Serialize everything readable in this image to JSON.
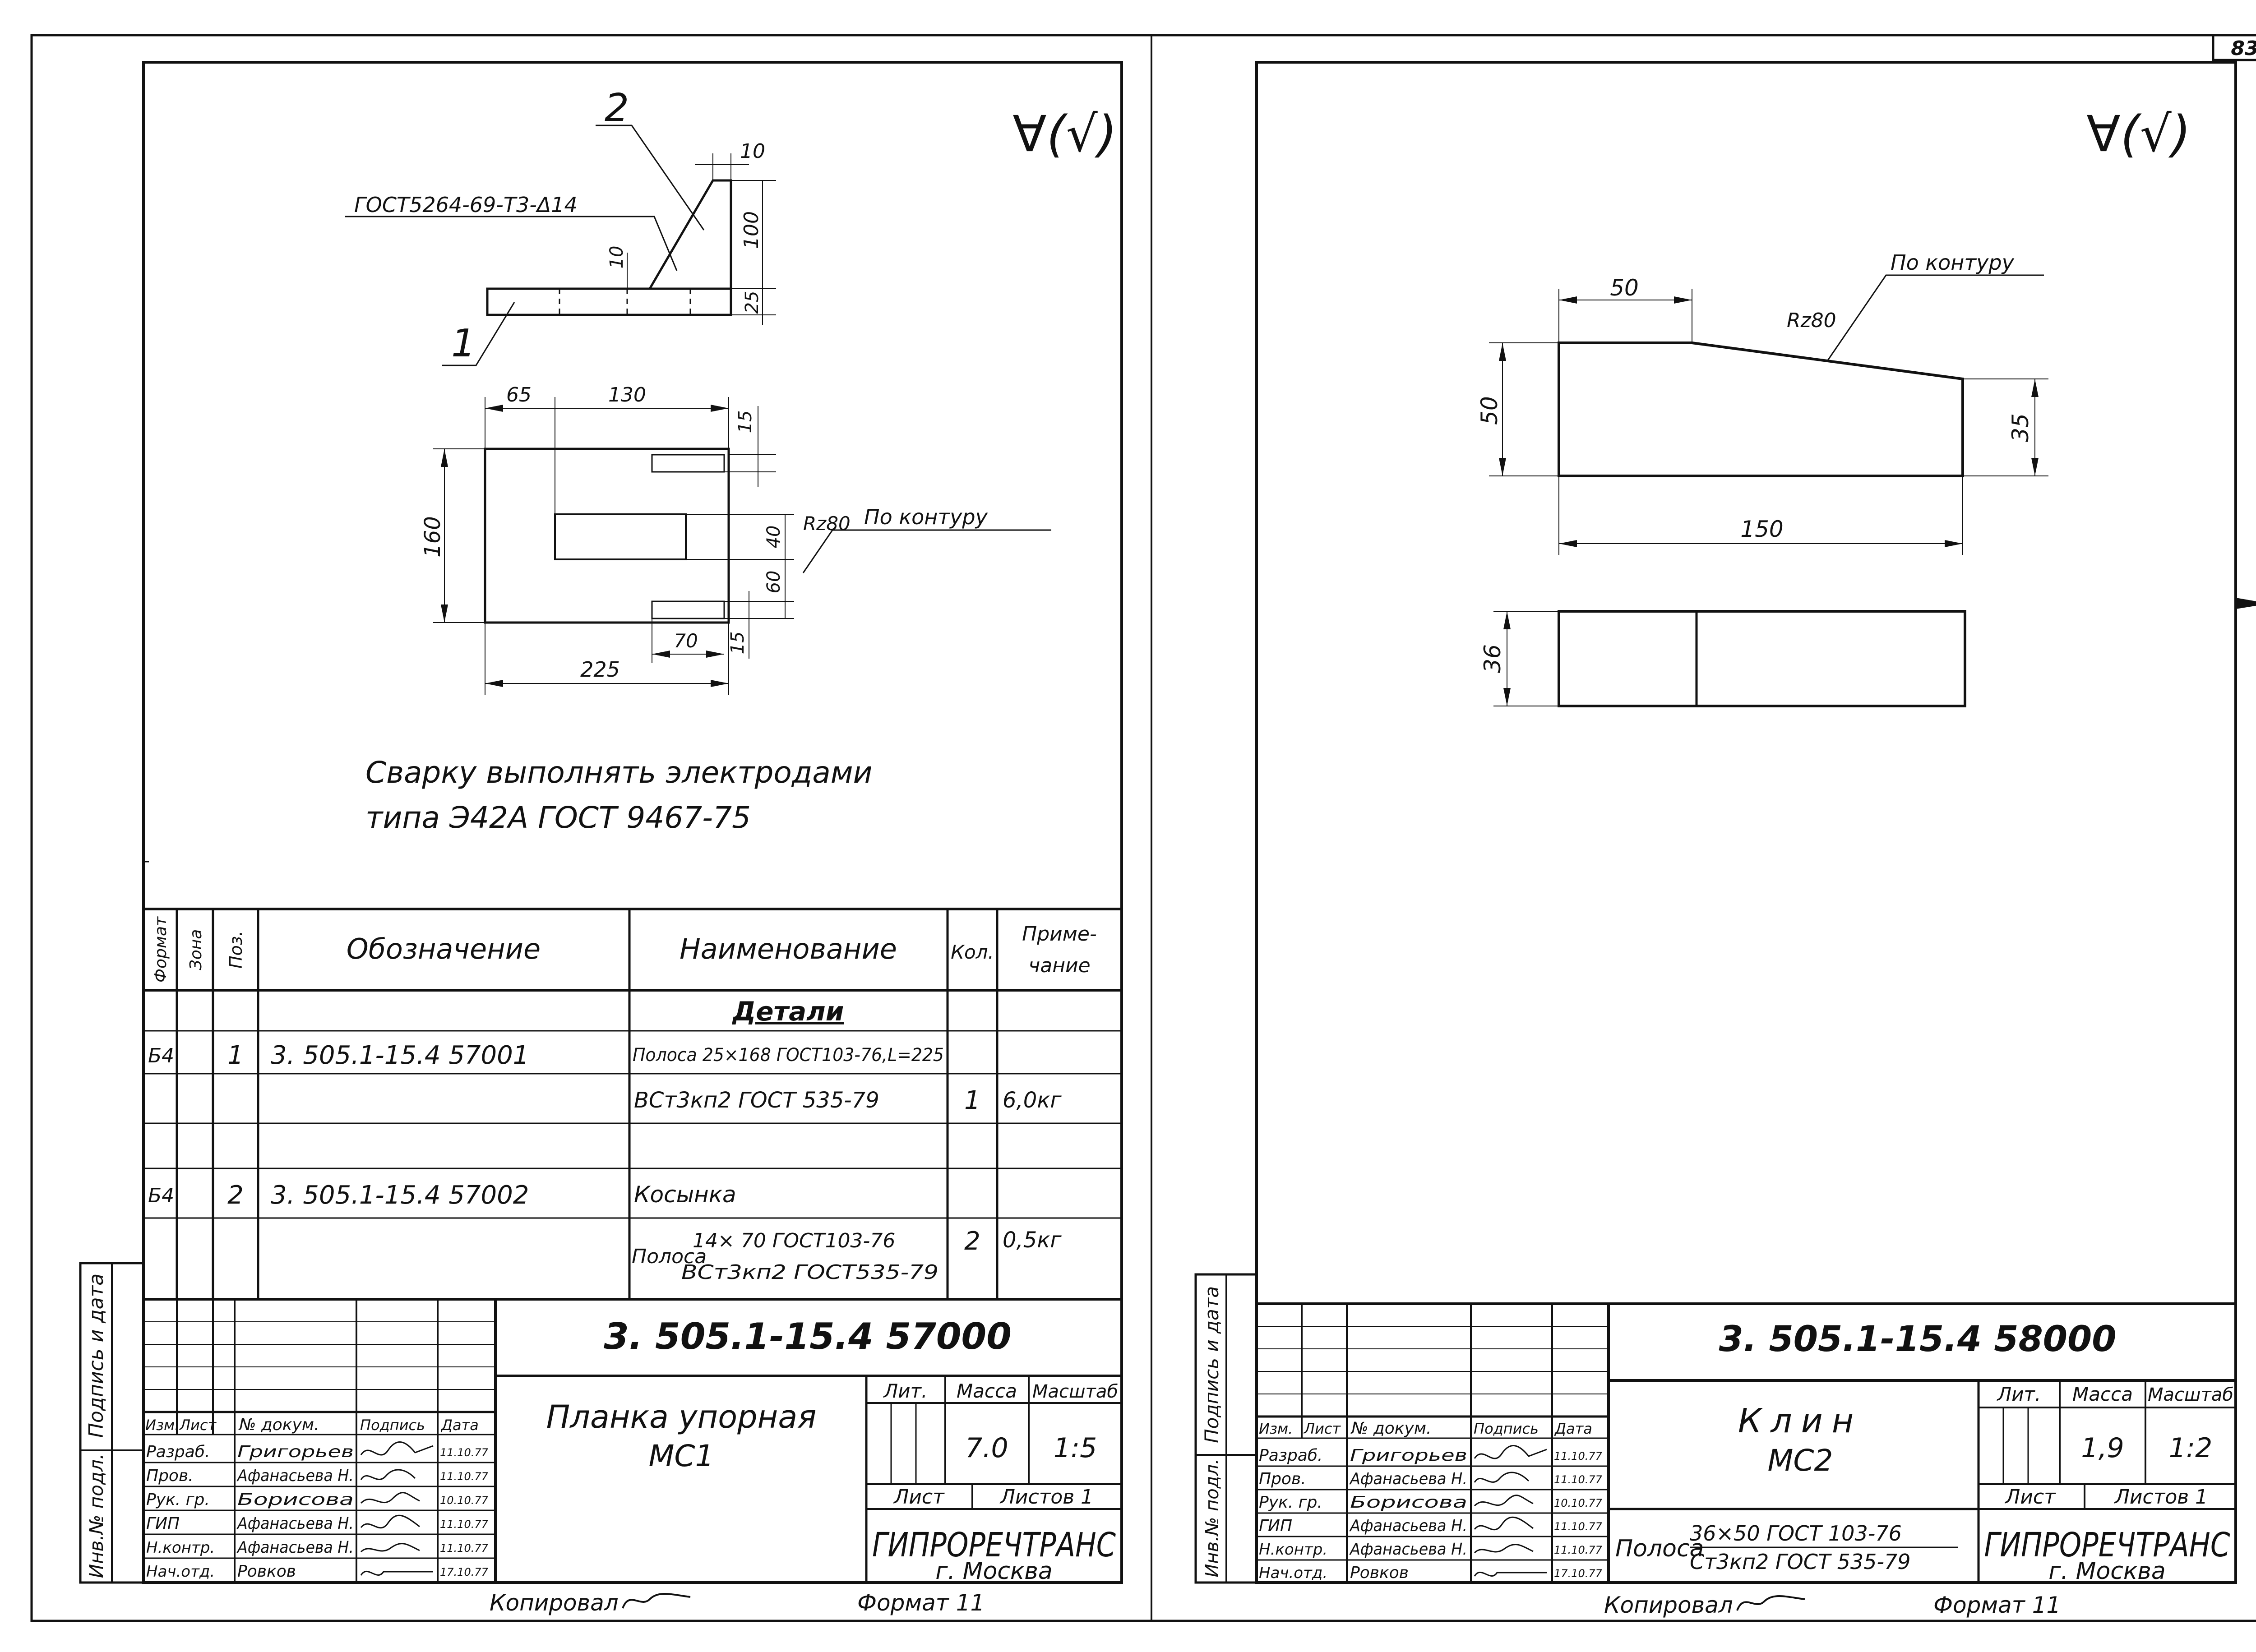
{
  "page_number": "83",
  "left": {
    "roughness": "∀(√)",
    "drawing": {
      "callout_2": "2",
      "callout_1": "1",
      "weld_note": "ГОСТ5264-69-Т3-Δ14",
      "dims": {
        "d10_top": "10",
        "d100": "100",
        "d10_weld": "10",
        "d25": "25",
        "d65": "65",
        "d130": "130",
        "d15_top": "15",
        "d160": "160",
        "d40": "40",
        "d60": "60",
        "d15_bot": "15",
        "d70": "70",
        "d225": "225"
      },
      "rz": "Rz80",
      "contour": "По контуру"
    },
    "weld_instruction_1": "Сварку выполнять электродами",
    "weld_instruction_2": "типа Э42А ГОСТ 9467-75",
    "spec": {
      "headers": {
        "format": "Формат",
        "zone": "Зона",
        "pos": "Поз.",
        "designation": "Обозначение",
        "name": "Наименование",
        "qty": "Кол.",
        "note_1": "Приме-",
        "note_2": "чание"
      },
      "section": "Детали",
      "row1": {
        "format": "Б4",
        "pos": "1",
        "designation": "3. 505.1-15.4  57001",
        "name_1": "Полоса 25×168 ГОСТ103-76,L=225",
        "name_2": "ВСт3кп2 ГОСТ 535-79",
        "qty": "1",
        "note": "6,0кг"
      },
      "row2": {
        "format": "Б4",
        "pos": "2",
        "designation": "3. 505.1-15.4  57002",
        "name_1": "Косынка",
        "name_2a": "14× 70 ГОСТ103-76",
        "name_2": "Полоса",
        "name_2b": "ВСт3кп2 ГОСТ535-79",
        "qty": "2",
        "note": "0,5кг"
      }
    },
    "title_block": {
      "doc_code": "3. 505.1-15.4    57000",
      "title_1": "Планка упорная",
      "title_2": "МС1",
      "mass": "7.0",
      "scale": "1:5",
      "lit_label": "Лит.",
      "mass_label": "Масса",
      "scale_label": "Масштаб",
      "sheet_label": "Лист",
      "sheets_label": "Листов 1",
      "org": "ГИПРОРЕЧТРАНС",
      "city": "г. Москва",
      "head": {
        "izm": "Изм.",
        "list": "Лист",
        "doc": "№ докум.",
        "sign": "Подпись",
        "date": "Дата"
      },
      "people": [
        {
          "role": "Разраб.",
          "name": "Григорьев",
          "date": "11.10.77"
        },
        {
          "role": "Пров.",
          "name": "Афанасьева Н.",
          "date": "11.10.77"
        },
        {
          "role": "Рук. гр.",
          "name": "Борисова",
          "date": "10.10.77"
        },
        {
          "role": "ГИП",
          "name": "Афанасьева Н.",
          "date": "11.10.77"
        },
        {
          "role": "Н.контр.",
          "name": "Афанасьева Н.",
          "date": "11.10.77"
        },
        {
          "role": "Нач.отд.",
          "name": "Ровков",
          "date": "17.10.77"
        }
      ],
      "side_1": "Подпись и дата",
      "side_2": "Инв.№ подл."
    },
    "copied": "Копировал",
    "format": "Формат 11"
  },
  "right": {
    "roughness": "∀(√)",
    "drawing": {
      "contour": "По контуру",
      "rz": "Rz80",
      "dims": {
        "d50_top": "50",
        "d50_left": "50",
        "d35": "35",
        "d150": "150",
        "d36": "36"
      }
    },
    "title_block": {
      "doc_code": "3. 505.1-15.4   58000",
      "title_1": "Клин",
      "title_2": "МС2",
      "material_label": "Полоса",
      "material_1": "36×50  ГОСТ 103-76",
      "material_2": "Ст3кп2 ГОСТ 535-79",
      "mass": "1,9",
      "scale": "1:2",
      "lit_label": "Лит.",
      "mass_label": "Масса",
      "scale_label": "Масштаб",
      "sheet_label": "Лист",
      "sheets_label": "Листов 1",
      "org": "ГИПРОРЕЧТРАНС",
      "city": "г. Москва",
      "head": {
        "izm": "Изм.",
        "list": "Лист",
        "doc": "№ докум.",
        "sign": "Подпись",
        "date": "Дата"
      },
      "people": [
        {
          "role": "Разраб.",
          "name": "Григорьев",
          "date": "11.10.77"
        },
        {
          "role": "Пров.",
          "name": "Афанасьева Н.",
          "date": "11.10.77"
        },
        {
          "role": "Рук. гр.",
          "name": "Борисова",
          "date": "10.10.77"
        },
        {
          "role": "ГИП",
          "name": "Афанасьева Н.",
          "date": "11.10.77"
        },
        {
          "role": "Н.контр.",
          "name": "Афанасьева Н.",
          "date": "11.10.77"
        },
        {
          "role": "Нач.отд.",
          "name": "Ровков",
          "date": "17.10.77"
        }
      ],
      "side_1": "Подпись и дата",
      "side_2": "Инв.№ подл."
    },
    "copied": "Копировал",
    "format": "Формат 11"
  }
}
